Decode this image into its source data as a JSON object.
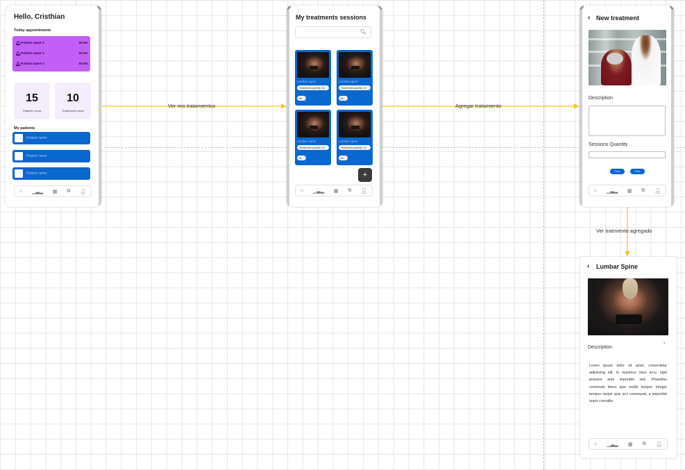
{
  "screen1": {
    "greeting": "Hello, Cristhian",
    "appointments_title": "Today appointments",
    "appointments": [
      {
        "name": "Patient name 1",
        "time": "00:00"
      },
      {
        "name": "Patient name 1",
        "time": "00:00"
      },
      {
        "name": "Patient name 1",
        "time": "00:00"
      }
    ],
    "patients_count": "15",
    "patients_count_label": "Patients' count",
    "treatments_count": "10",
    "treatments_count_label": "Treatment's count",
    "patients_title": "My patients",
    "patients": [
      "Patient name",
      "Patient name",
      "Patient name"
    ]
  },
  "screen2": {
    "title": "My treatments sessions",
    "cards": [
      {
        "title": "Lumbar spine",
        "pill": "Treatments quantity: 10",
        "mini": "Ver"
      },
      {
        "title": "Lumbar spine",
        "pill": "Treatments quantity: 10",
        "mini": "Ver"
      },
      {
        "title": "Lumbar spine",
        "pill": "Treatments quantity: 10",
        "mini": "Ver"
      },
      {
        "title": "Lumbar spine",
        "pill": "Treatments quantity: 10",
        "mini": "Ver"
      }
    ],
    "fab_label": "+"
  },
  "screen3": {
    "title": "New treatment",
    "description_label": "Description",
    "sessions_label": "Sessions Quantity",
    "button1": "Save",
    "button2": "Save"
  },
  "screen4": {
    "title": "Lumbar Spine",
    "description_label": "Description",
    "description_text": "Lorem ipsum dolor sit amet, consectetur adipiscing elit. In maximus risus arcu, eget posuere ante imperdiet sed. Phasellus commodo libero quis mollis tempor. Integer tempus neque quis orci consequat, a imperdiet turpis convallis"
  },
  "flows": {
    "ver_mis": "Ver mis tratamientos",
    "agregar": "Agregar tratamiento",
    "ver_agregado": "Ver tratmiento agregado"
  },
  "nav_icons": [
    "home-icon",
    "chart-icon",
    "calendar-icon",
    "treatments-icon",
    "user-icon"
  ],
  "colors": {
    "purple": "#c25ff7",
    "blue": "#0a67cf",
    "arrow": "#f5c518",
    "stat_bg": "#f5ecfd"
  }
}
